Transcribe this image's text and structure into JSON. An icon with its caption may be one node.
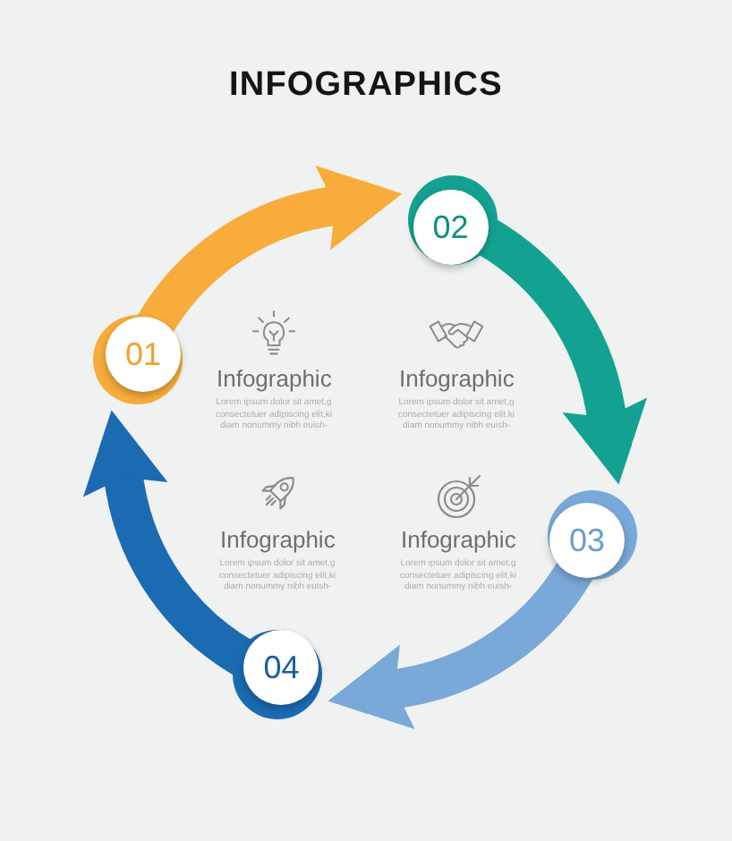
{
  "diagram": {
    "title": "INFOGRAPHICS",
    "nodes": [
      {
        "text": [
          "01"
        ]
      },
      {
        "text": [
          "02"
        ]
      },
      {
        "text": [
          "03"
        ]
      },
      {
        "text": [
          "04"
        ]
      }
    ],
    "edges": [
      {
        "from": 0,
        "to": 1,
        "arrow": "to",
        "color": "#f7ac3b"
      },
      {
        "from": 1,
        "to": 2,
        "arrow": "to",
        "color": "#13a291"
      },
      {
        "from": 2,
        "to": 3,
        "arrow": "to",
        "color": "#79a9d9"
      },
      {
        "from": 3,
        "to": 0,
        "arrow": "to",
        "color": "#1b6bb3"
      }
    ],
    "labels": [
      "Infographic",
      "Lorem ipsum dolor sit amet,g consectetuer adipiscing elit,ki diam nonummy nibh euish-",
      "Infographic",
      "Lorem ipsum dolor sit amet,g consectetuer adipiscing elit,ki diam nonummy nibh euish-",
      "Infographic",
      "Lorem ipsum dolor sit amet,g consectetuer adipiscing elit,ki diam nonummy nibh euish-",
      "Infographic",
      "Lorem ipsum dolor sit amet,g consectetuer adipiscing elit,ki diam nonummy nibh euish-"
    ]
  }
}
